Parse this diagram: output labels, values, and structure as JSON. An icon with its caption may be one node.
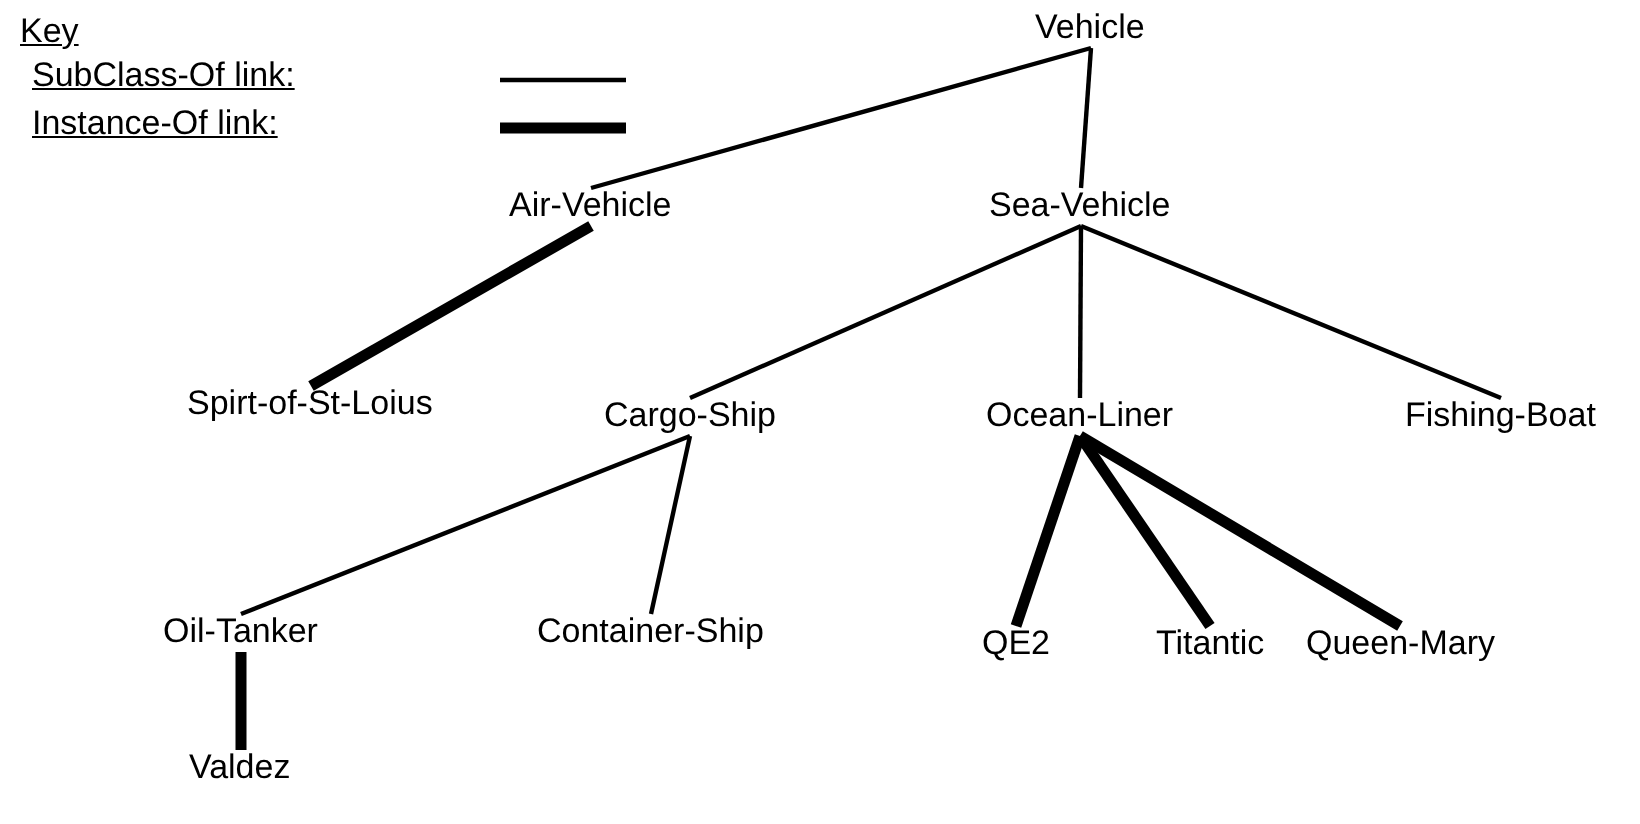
{
  "diagram": {
    "nodes": [
      {
        "text": [
          "Vehicle"
        ]
      },
      {
        "text": [
          "Air-Vehicle"
        ]
      },
      {
        "text": [
          "Sea-Vehicle"
        ]
      },
      {
        "text": [
          "Spirt-of-St-Loius"
        ]
      },
      {
        "text": [
          "Cargo-Ship"
        ]
      },
      {
        "text": [
          "Ocean-Liner"
        ]
      },
      {
        "text": [
          "Fishing-Boat"
        ]
      },
      {
        "text": [
          "Oil-Tanker"
        ]
      },
      {
        "text": [
          "Container-Ship"
        ]
      },
      {
        "text": [
          "QE2"
        ]
      },
      {
        "text": [
          "Titantic"
        ]
      },
      {
        "text": [
          "Queen-Mary"
        ]
      },
      {
        "text": [
          "Valdez"
        ]
      }
    ],
    "edges": [
      {
        "from": 0,
        "to": 1,
        "arrow": "none"
      },
      {
        "from": 0,
        "to": 2,
        "arrow": "none"
      },
      {
        "from": 1,
        "to": 3,
        "arrow": "none",
        "style": "thick"
      },
      {
        "from": 2,
        "to": 4,
        "arrow": "none"
      },
      {
        "from": 2,
        "to": 5,
        "arrow": "none"
      },
      {
        "from": 2,
        "to": 6,
        "arrow": "none"
      },
      {
        "from": 4,
        "to": 7,
        "arrow": "none"
      },
      {
        "from": 4,
        "to": 8,
        "arrow": "none"
      },
      {
        "from": 5,
        "to": 9,
        "arrow": "none",
        "style": "thick"
      },
      {
        "from": 5,
        "to": 10,
        "arrow": "none",
        "style": "thick"
      },
      {
        "from": 5,
        "to": 11,
        "arrow": "none",
        "style": "thick"
      },
      {
        "from": 7,
        "to": 12,
        "arrow": "none",
        "style": "thick"
      }
    ],
    "labels": [
      "Key"
    ],
    "legend": [
      {
        "text": "SubClass-Of link:"
      },
      {
        "text": "Instance-Of link:"
      }
    ]
  }
}
